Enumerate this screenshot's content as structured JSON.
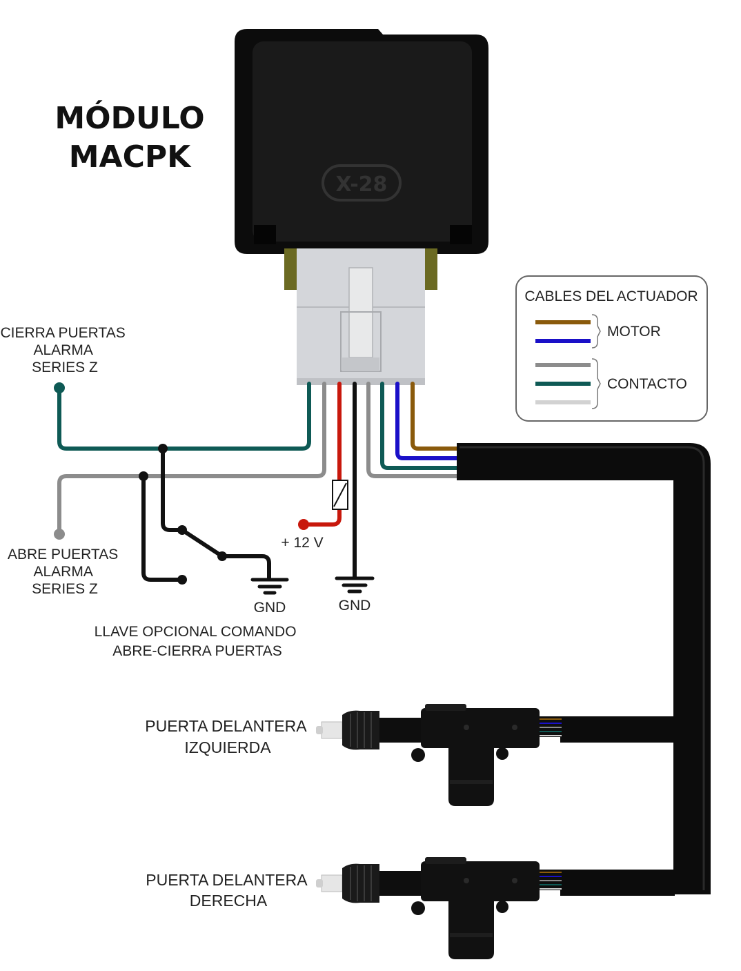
{
  "title": {
    "line1": "MÓDULO",
    "line2": "MACPK"
  },
  "module": {
    "brand": "X-28"
  },
  "legend": {
    "title": "CABLES DEL ACTUADOR",
    "motor_label": "MOTOR",
    "contacto_label": "CONTACTO",
    "motor_colors": [
      "#8a5a0c",
      "#1a10c8"
    ],
    "contacto_colors": [
      "#8c8c8c",
      "#0e5a55",
      "#d2d2d2"
    ]
  },
  "labels": {
    "cierra": [
      "CIERRA PUERTAS",
      "ALARMA",
      "SERIES Z"
    ],
    "abre": [
      "ABRE PUERTAS",
      "ALARMA",
      "SERIES Z"
    ],
    "v12": "+ 12 V",
    "gnd_left": "GND",
    "gnd_right": "GND",
    "llave": [
      "LLAVE OPCIONAL COMANDO",
      "ABRE-CIERRA PUERTAS"
    ],
    "puerta_izq": [
      "PUERTA DELANTERA",
      "IZQUIERDA"
    ],
    "puerta_der": [
      "PUERTA DELANTERA",
      "DERECHA"
    ]
  },
  "colors": {
    "teal": "#0e5a55",
    "gray": "#8c8c8c",
    "red": "#c8180c",
    "black": "#111111",
    "blue": "#1a10c8",
    "brown": "#8a5a0c",
    "light": "#d2d2d2",
    "connector": "#d4d6da",
    "olive": "#6b6a22"
  }
}
